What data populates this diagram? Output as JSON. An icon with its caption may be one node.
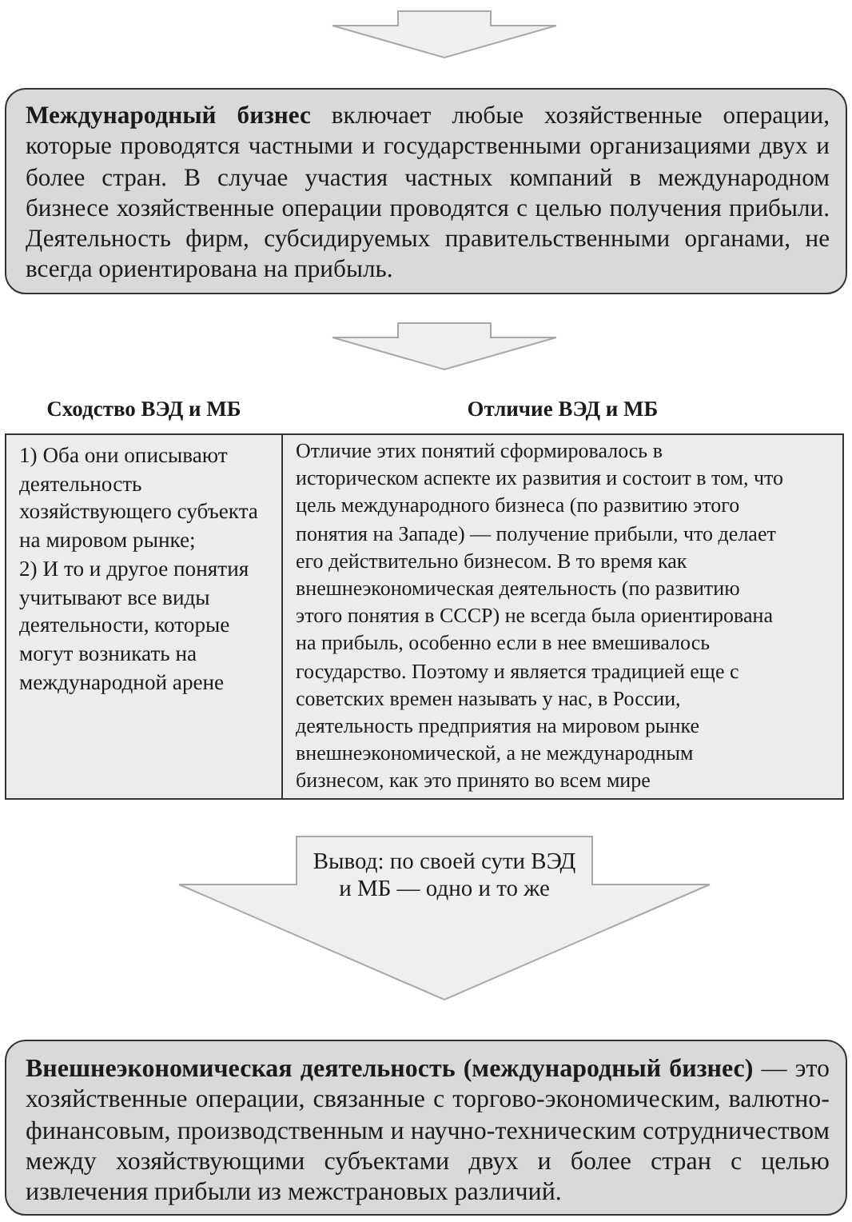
{
  "diagram": {
    "nodes": [
      {
        "text": [
          "**Международный бизнес** включает любые хозяйственные операции, которые проводятся частными и государственными организациями двух и более стран. В случае участия частных компаний в международном бизнесе хозяйственные операции проводятся с целью получения прибыли. Деятельность фирм, субсидируемых правительственными органами, не всегда ориентирована на прибыль."
        ]
      },
      {
        "text": [],
        "shape": "box"
      },
      {
        "text": [
          "Сходство ВЭД и МБ",
          "1) Оба они описывают деятельность хозяйствующего субъекта на мировом рынке;",
          "2) И то и другое понятия учитывают все виды деятельности, которые могут возникать на международной арене"
        ],
        "in": 1
      },
      {
        "text": [
          "Отличие ВЭД и МБ",
          "Отличие этих понятий сформировалось в историческом аспекте их развития и состоит в том, что цель международного бизнеса (по развитию этого понятия на Западе) — получение прибыли, что делает его действительно бизнесом. В то время как внешнеэкономическая деятельность (по развитию этого понятия в СССР) не всегда была ориентирована на прибыль, особенно если в нее вмешивалось государство. Поэтому и является традицией еще с советских времен называть у нас, в России, деятельность предприятия на мировом рынке внешнеэкономической, а не международным бизнесом, как это принято во всем мире"
        ],
        "in": 1
      },
      {
        "text": [
          "**Внешнеэкономическая деятельность (международный бизнес)** — это хозяйственные операции, связанные с торгово-экономическим, валютно-финансовым, производственным и научно-техническим сотрудничеством между хозяйствующими субъектами двух и более стран с целью извлечения прибыли из межстрановых различий."
        ]
      }
    ],
    "edges": [
      {
        "from": null,
        "to": 0,
        "arrow": "to"
      },
      {
        "from": 0,
        "to": 1,
        "arrow": "to"
      },
      {
        "from": 1,
        "to": 4,
        "arrow": "to",
        "label": "Вывод: по своей сути ВЭД и МБ — одно и то же"
      }
    ]
  }
}
